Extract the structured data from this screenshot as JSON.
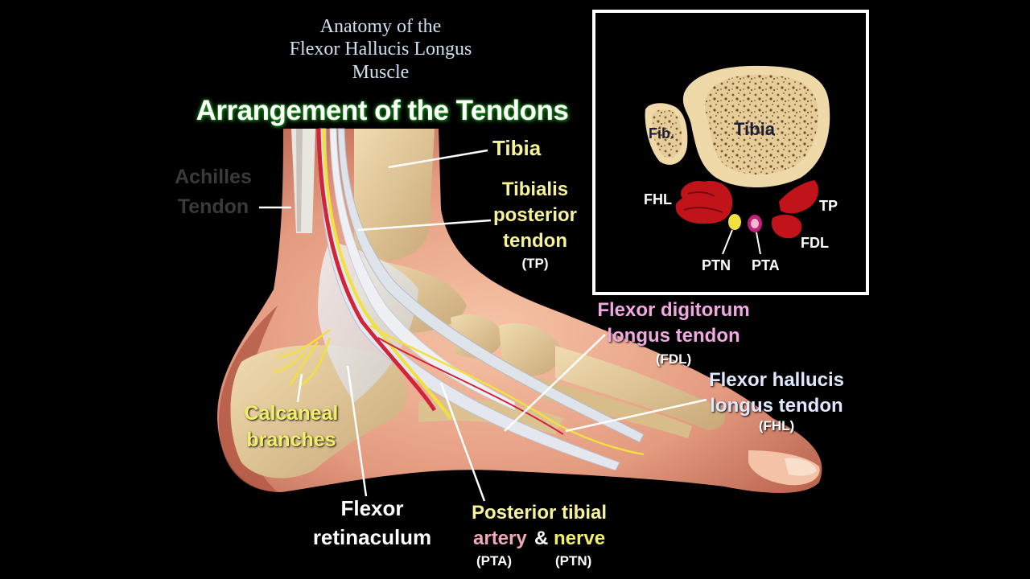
{
  "title": {
    "line1": "Anatomy of the",
    "line2": "Flexor Hallucis Longus",
    "line3": "Muscle"
  },
  "subtitle": "Arrangement of the Tendons",
  "labels": {
    "tibia": "Tibia",
    "achilles_line1": "Achilles",
    "achilles_line2": "Tendon",
    "tp_line1": "Tibialis",
    "tp_line2": "posterior",
    "tp_line3": "tendon",
    "tp_abbr": "(TP)",
    "fdl_line1": "Flexor digitorum",
    "fdl_line2": "longus tendon",
    "fdl_abbr": "(FDL)",
    "fhl_line1": "Flexor hallucis",
    "fhl_line2": "longus tendon",
    "fhl_abbr": "(FHL)",
    "calcaneal_line1": "Calcaneal",
    "calcaneal_line2": "branches",
    "retinaculum_line1": "Flexor",
    "retinaculum_line2": "retinaculum",
    "ptv_line1": "Posterior tibial",
    "ptv_artery": "artery",
    "ptv_amp": "&",
    "ptv_nerve": "nerve",
    "pta_abbr": "(PTA)",
    "ptn_abbr": "(PTN)"
  },
  "inset": {
    "fib": "Fib.",
    "tibia": "Tibia",
    "fhl": "FHL",
    "tp": "TP",
    "fdl": "FDL",
    "ptn": "PTN",
    "pta": "PTA"
  },
  "colors": {
    "background": "#000000",
    "bone": "#e8cf9e",
    "skin": "#e49b80",
    "muscle": "#c0141a",
    "nerve": "#f0e040",
    "artery": "#d0243a",
    "tendon": "#e8ecf2",
    "inset_border": "#ffffff"
  }
}
